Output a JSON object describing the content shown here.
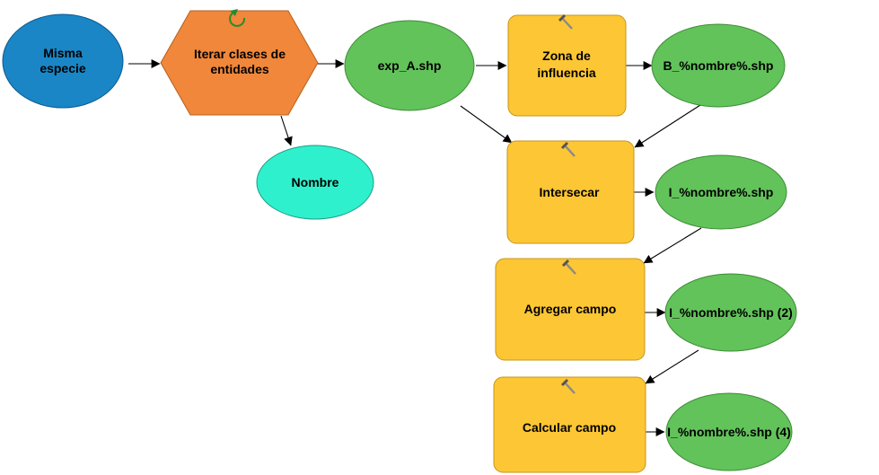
{
  "diagram": {
    "nodes": {
      "misma_especie": {
        "label_lines": [
          "Misma",
          "especie"
        ],
        "kind": "input-variable",
        "color": "#1a86c6"
      },
      "iterar": {
        "label_lines": [
          "Iterar clases de",
          "entidades"
        ],
        "kind": "iterator",
        "color": "#f0873a",
        "icon": "iterate-arrow-icon"
      },
      "exp_a": {
        "label_lines": [
          "exp_A.shp"
        ],
        "kind": "derived-data",
        "color": "#62c35a"
      },
      "nombre": {
        "label_lines": [
          "Nombre"
        ],
        "kind": "variable",
        "color": "#2ff0cd"
      },
      "zona": {
        "label_lines": [
          "Zona de",
          "influencia"
        ],
        "kind": "tool",
        "color": "#fdc634",
        "icon": "hammer-icon"
      },
      "b_nombre": {
        "label_lines": [
          "B_%nombre%.shp"
        ],
        "kind": "derived-data",
        "color": "#62c35a"
      },
      "intersecar": {
        "label_lines": [
          "Intersecar"
        ],
        "kind": "tool",
        "color": "#fdc634",
        "icon": "hammer-icon"
      },
      "i_nombre": {
        "label_lines": [
          "I_%nombre%.shp"
        ],
        "kind": "derived-data",
        "color": "#62c35a"
      },
      "agregar": {
        "label_lines": [
          "Agregar campo"
        ],
        "kind": "tool",
        "color": "#fdc634",
        "icon": "hammer-icon"
      },
      "i_nombre_2": {
        "label_lines": [
          "I_%nombre%.shp (2)"
        ],
        "kind": "derived-data",
        "color": "#62c35a"
      },
      "calcular": {
        "label_lines": [
          "Calcular campo"
        ],
        "kind": "tool",
        "color": "#fdc634",
        "icon": "hammer-icon"
      },
      "i_nombre_4": {
        "label_lines": [
          "I_%nombre%.shp (4)"
        ],
        "kind": "derived-data",
        "color": "#62c35a"
      }
    },
    "edges": [
      [
        "misma_especie",
        "iterar"
      ],
      [
        "iterar",
        "exp_a"
      ],
      [
        "iterar",
        "nombre"
      ],
      [
        "exp_a",
        "zona"
      ],
      [
        "zona",
        "b_nombre"
      ],
      [
        "exp_a",
        "intersecar"
      ],
      [
        "b_nombre",
        "intersecar"
      ],
      [
        "intersecar",
        "i_nombre"
      ],
      [
        "i_nombre",
        "agregar"
      ],
      [
        "agregar",
        "i_nombre_2"
      ],
      [
        "i_nombre_2",
        "calcular"
      ],
      [
        "calcular",
        "i_nombre_4"
      ]
    ]
  }
}
